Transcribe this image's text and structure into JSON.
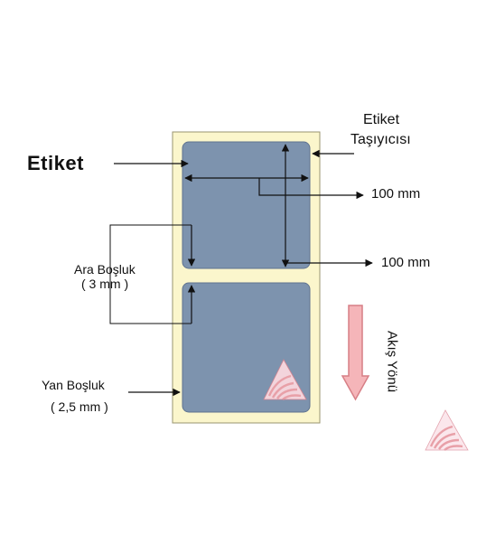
{
  "labels": {
    "label": "Etiket",
    "carrier_line1": "Etiket",
    "carrier_line2": "Taşıyıcısı",
    "width": "100 mm",
    "height": "100 mm",
    "gap_line1": "Ara Boşluk",
    "gap_line2": "( 3 mm )",
    "side_line1": "Yan Boşluk",
    "side_line2": "( 2,5 mm )",
    "flow": "Akış Yönü"
  },
  "colors": {
    "carrier": "#fbf6cc",
    "label": "#7d93ae",
    "flow_arrow_fill": "#f5b5b9",
    "flow_arrow_stroke": "#d77f86",
    "logo": "#e8a0a8",
    "line": "#111111"
  },
  "icons": [
    "logo-triangle-icon"
  ]
}
